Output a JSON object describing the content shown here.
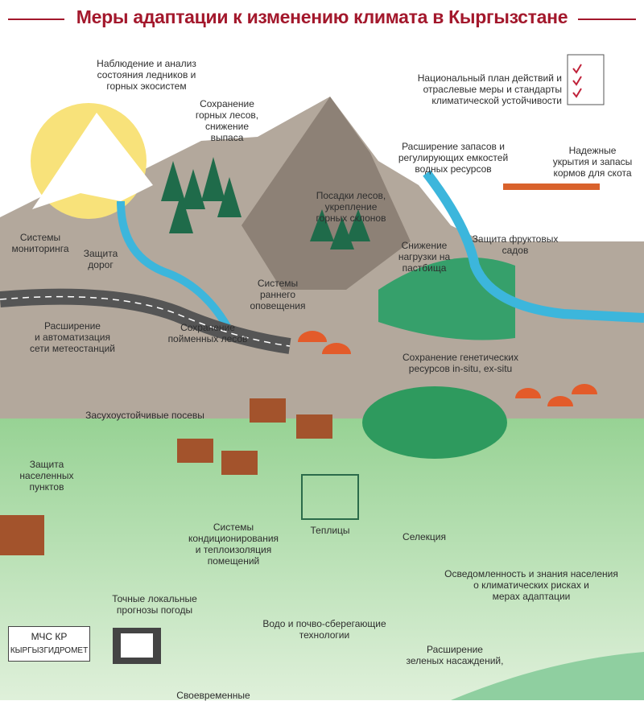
{
  "title": "Меры адаптации к изменению климата в Кыргызстане",
  "labels": {
    "glaciers": "Наблюдение и анализ\nсостояния ледников и\nгорных экосистем",
    "forests": "Сохранение\nгорных лесов,\nснижение\nвыпаса",
    "plan": "Национальный план действий и\nотраслевые меры и стандарты\nклиматической устойчивости",
    "water": "Расширение запасов и\nрегулирующих емкостей\nводных ресурсов",
    "shelters": "Надежные\nукрытия и запасы\nкормов для скота",
    "planting": "Посадки лесов,\nукрепление\nгорных склонов",
    "monitoring": "Системы\nмониторинга",
    "roads": "Защита\nдорог",
    "pasture": "Снижение\nнагрузки на\nпастбища",
    "orchards": "Защита фруктовых\nсадов",
    "warning": "Системы\nраннего\nоповещения",
    "meteo": "Расширение\nи автоматизация\nсети метеостанций",
    "floodplain": "Сохранение\nпойменных лесов",
    "genetic": "Сохранение генетических\nресурсов in-situ, ex-situ",
    "drought": "Засухоустойчивые посевы",
    "settlements": "Защита\nнаселенных\nпунктов",
    "aircon": "Системы\nкондиционирования\nи теплоизоляция\nпомещений",
    "greenhouses": "Теплицы",
    "selection": "Селекция",
    "awareness": "Осведомленность и знания населения\nо климатических рисках и\nмерах адаптации",
    "forecasts": "Точные локальные\nпрогнозы погоды",
    "soil": "Водо и почво-сберегающие\nтехнологии",
    "green": "Расширение\nзеленых насаждений,",
    "timely": "Своевременные"
  },
  "agency_box": {
    "line1": "МЧС КР",
    "line2": "КЫРГЫЗГИДРОМЕТ"
  },
  "colors": {
    "title": "#a3182c",
    "mountain": "#a89d91",
    "grass": "#b9dfb0",
    "river": "#3cb6dc"
  }
}
